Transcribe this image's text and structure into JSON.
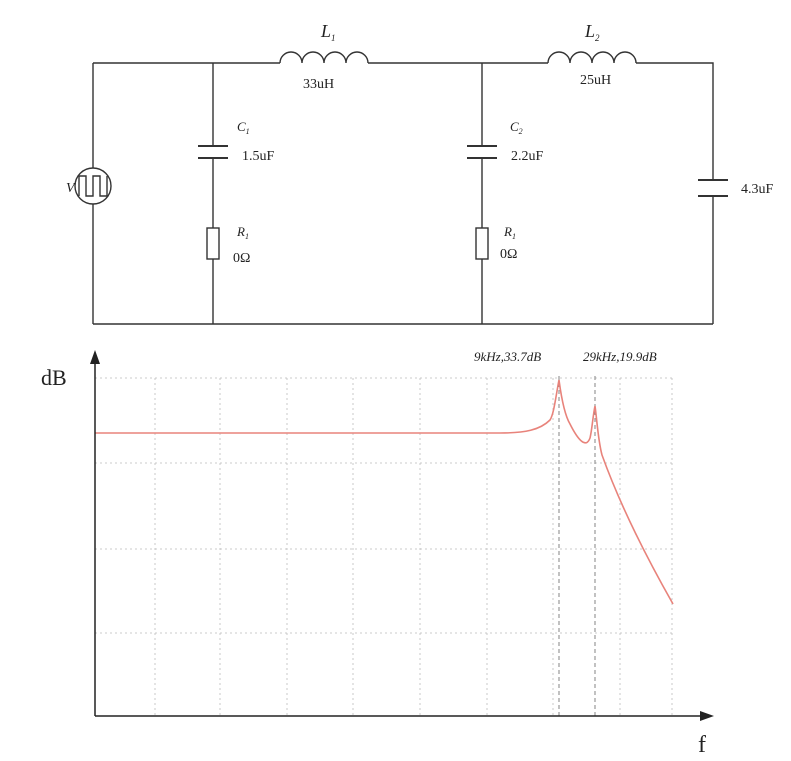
{
  "circuit": {
    "source": {
      "label": "V"
    },
    "L1": {
      "name": "L",
      "sub": "1",
      "value": "33uH"
    },
    "L2": {
      "name": "L",
      "sub": "2",
      "value": "25uH"
    },
    "C1": {
      "name": "C",
      "sub": "1",
      "value": "1.5uF"
    },
    "C2": {
      "name": "C",
      "sub": "2",
      "value": "2.2uF"
    },
    "C3": {
      "value": "4.3uF"
    },
    "R1": {
      "name": "R",
      "sub": "1",
      "value": "0Ω"
    },
    "R2": {
      "name": "R",
      "sub": "1",
      "value": "0Ω"
    }
  },
  "chart_data": {
    "type": "line",
    "ylabel": "dB",
    "xlabel": "f",
    "grid": true,
    "annotations": [
      {
        "text": "9kHz,33.7dB"
      },
      {
        "text": "29kHz,19.9dB"
      }
    ],
    "colors": {
      "curve": "#e8837b",
      "grid": "#bbbbbb",
      "axis": "#222222"
    }
  }
}
